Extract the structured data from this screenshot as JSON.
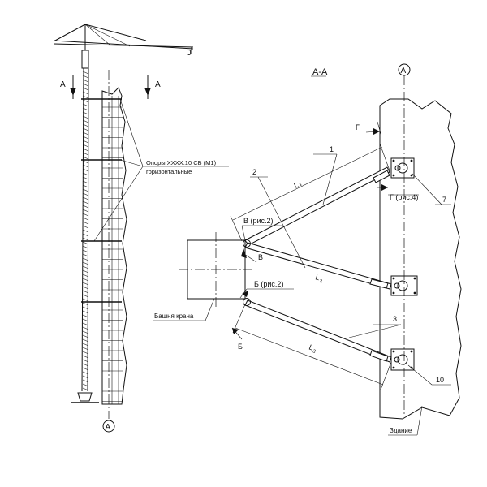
{
  "labels": {
    "section_a": "А",
    "section_title": "А-А",
    "axis_mark": "А",
    "supports_line1": "Опоры  XXXX.10 СБ (М1)",
    "supports_line2": "горизонтальные",
    "view_v": "В (рис.2)",
    "view_v_short": "В",
    "view_b": "Б (рис.2)",
    "view_b_short": "Б",
    "view_g": "Г",
    "view_g_ref": "Г (рис.4)",
    "crane_tower": "Башня крана",
    "building": "Здание",
    "pos_1": "1",
    "pos_2": "2",
    "pos_3": "3",
    "pos_7": "7",
    "pos_10": "10",
    "l1": "L",
    "l1_sub": "1",
    "l2": "L",
    "l2_sub": "2",
    "l3": "L",
    "l3_sub": "3",
    "jib_tip": "J"
  }
}
